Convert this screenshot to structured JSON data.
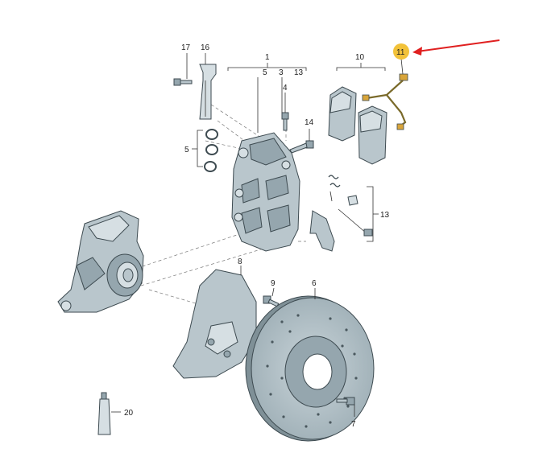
{
  "callouts": {
    "c1": "1",
    "c3": "3",
    "c4": "4",
    "c5a": "5",
    "c5b": "5",
    "c6": "6",
    "c7": "7",
    "c8": "8",
    "c9": "9",
    "c10": "10",
    "c11": "11",
    "c13a": "13",
    "c13b": "13",
    "c14": "14",
    "c16": "16",
    "c17": "17",
    "c20": "20"
  },
  "colors": {
    "highlight_badge": "#f2c23a",
    "arrow": "#e02020"
  }
}
